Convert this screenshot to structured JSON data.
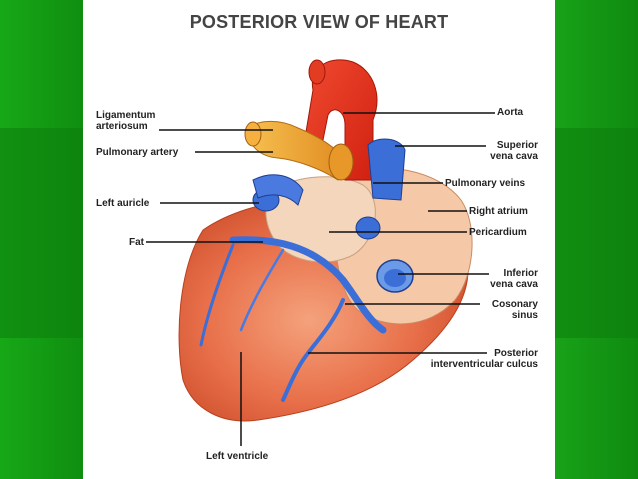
{
  "title": "POSTERIOR VIEW OF HEART",
  "labels": {
    "ligamentum_line1": "Ligamentum",
    "ligamentum_line2": "arteriosum",
    "pulmonary_artery": "Pulmonary artery",
    "left_auricle": "Left auricle",
    "fat": "Fat",
    "aorta": "Aorta",
    "superior_vc_line1": "Superior",
    "superior_vc_line2": "vena cava",
    "pulmonary_veins": "Pulmonary veins",
    "right_atrium": "Right atrium",
    "pericardium": "Pericardium",
    "inferior_vc_line1": "Inferior",
    "inferior_vc_line2": "vena cava",
    "coronary_line1": "Cosonary",
    "coronary_line2": "sinus",
    "posterior_line1": "Posterior",
    "posterior_line2": "interventricular culcus",
    "left_ventricle": "Left ventricle"
  },
  "colors": {
    "background": "#1a9a1a",
    "panel": "#ffffff",
    "heart_muscle": "#e8704a",
    "aorta": "#e8321e",
    "pulmonary_artery": "#f0a030",
    "veins": "#3c6ed8",
    "pericardium": "#f3d6bc"
  }
}
